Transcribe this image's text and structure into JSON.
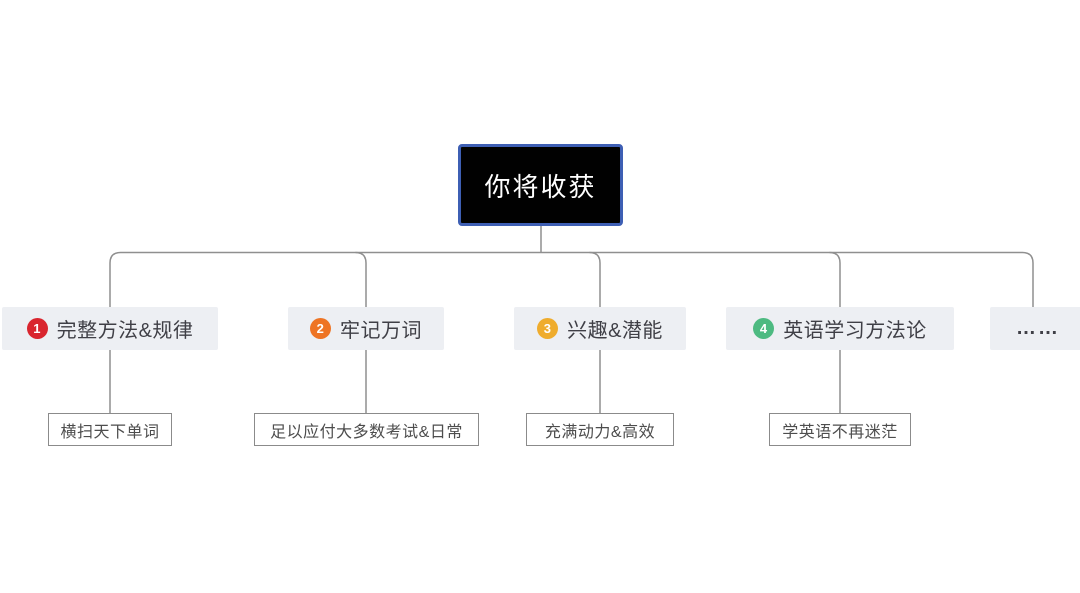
{
  "diagram": {
    "root": {
      "label": "你将收获",
      "bg": "#010101",
      "border_color": "#3e5fb4",
      "text_color": "#ffffff"
    },
    "branches": [
      {
        "badge": "1",
        "badge_color": "#d9252e",
        "label": "完整方法&规律",
        "sub": "横扫天下单词"
      },
      {
        "badge": "2",
        "badge_color": "#ee7424",
        "label": "牢记万词",
        "sub": "足以应付大多数考试&日常"
      },
      {
        "badge": "3",
        "badge_color": "#efac2d",
        "label": "兴趣&潜能",
        "sub": "充满动力&高效"
      },
      {
        "badge": "4",
        "badge_color": "#4dba81",
        "label": "英语学习方法论",
        "sub": "学英语不再迷茫"
      },
      {
        "badge": "",
        "badge_color": "",
        "label": "……",
        "sub": ""
      }
    ],
    "colors": {
      "line": "#8f8f8f",
      "branch_bg": "#edeff3",
      "branch_text": "#3f3f46",
      "leaf_bg": "#ffffff",
      "leaf_border": "#8b8b8b",
      "leaf_text": "#4d4d4d"
    }
  }
}
